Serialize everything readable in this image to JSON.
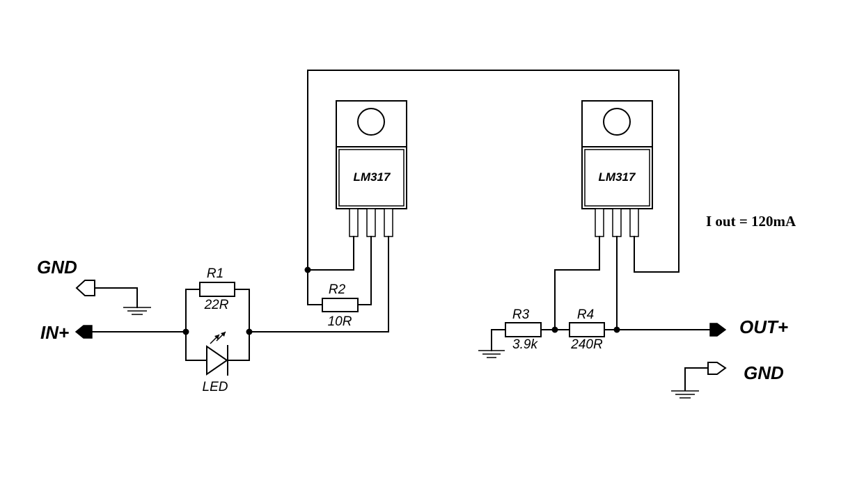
{
  "regulators": {
    "left": {
      "label": "LM317"
    },
    "right": {
      "label": "LM317"
    }
  },
  "resistors": {
    "r1": {
      "name": "R1",
      "value": "22R"
    },
    "r2": {
      "name": "R2",
      "value": "10R"
    },
    "r3": {
      "name": "R3",
      "value": "3.9k"
    },
    "r4": {
      "name": "R4",
      "value": "240R"
    }
  },
  "led": {
    "label": "LED"
  },
  "ports": {
    "gnd_in": "GND",
    "in_plus": "IN+",
    "out_plus": "OUT+",
    "gnd_out": "GND"
  },
  "note": "I out = 120mA"
}
